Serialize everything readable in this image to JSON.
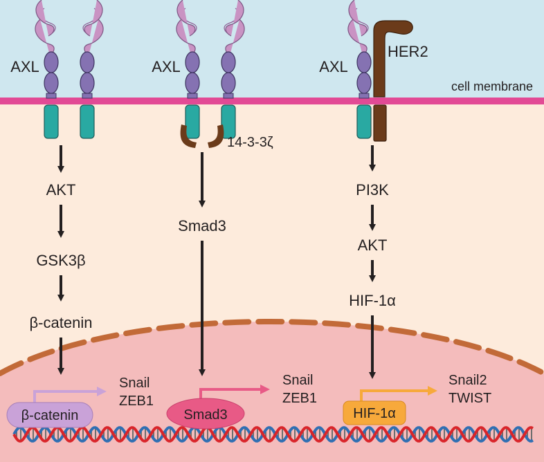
{
  "colors": {
    "extracellular": "#cfe7ef",
    "cytoplasm": "#fdebdc",
    "nucleus": "#f4bcbc",
    "membrane": "#e24a95",
    "nuclear_envelope": "#c26a38",
    "axl_ig": "#c993c3",
    "axl_fn": "#8572b2",
    "axl_kinase": "#29a9a2",
    "her2": "#6b3b1a",
    "adaptor": "#6b3b1a",
    "arrow": "#231f20",
    "beta_catenin_tf": "#c9a2d8",
    "smad3_tf": "#e85a86",
    "hif_tf": "#f7a93b",
    "dna_red": "#d9252a",
    "dna_blue": "#2f6fb3"
  },
  "membrane_label": "cell membrane",
  "pathways": [
    {
      "receptor_label": "AXL",
      "steps": [
        "AKT",
        "GSK3β",
        "β-catenin"
      ],
      "tf_label": "β-catenin",
      "targets": [
        "Snail",
        "ZEB1"
      ]
    },
    {
      "receptor_label": "AXL",
      "adaptor_label": "14-3-3ζ",
      "steps": [
        "Smad3"
      ],
      "tf_label": "Smad3",
      "targets": [
        "Snail",
        "ZEB1"
      ]
    },
    {
      "receptor_label": "AXL",
      "partner_label": "HER2",
      "steps": [
        "PI3K",
        "AKT",
        "HIF-1α"
      ],
      "tf_label": "HIF-1α",
      "targets": [
        "Snail2",
        "TWIST"
      ]
    }
  ]
}
